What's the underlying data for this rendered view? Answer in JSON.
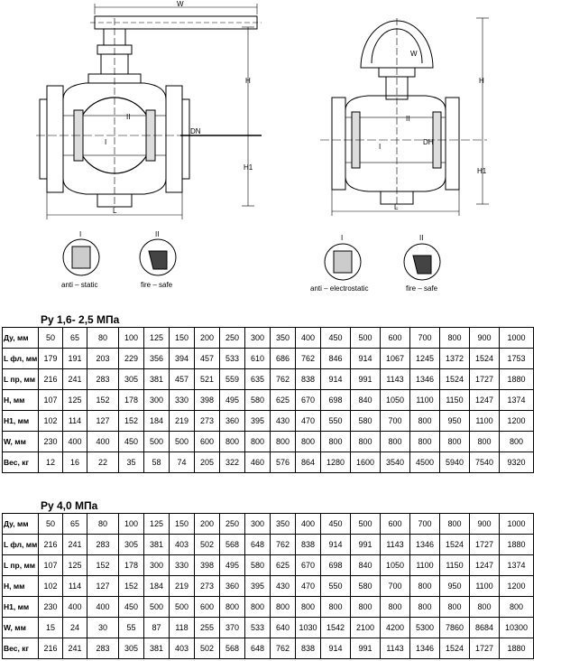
{
  "figures": {
    "left_dims": {
      "w": "W",
      "h": "H",
      "h1": "H1",
      "dn": "DN",
      "l": "L",
      "ii": "II",
      "i": "I"
    },
    "right_dims": {
      "w": "W",
      "h": "H",
      "h1": "H1",
      "dn": "DH",
      "l": "L",
      "ii": "II",
      "i": "I"
    },
    "details": [
      {
        "numeral": "I",
        "caption": "anti – static"
      },
      {
        "numeral": "II",
        "caption": "fire – safe"
      },
      {
        "numeral": "I",
        "caption": "anti – electrostatic"
      },
      {
        "numeral": "II",
        "caption": "fire – safe"
      }
    ]
  },
  "tables": [
    {
      "title": "Ру 1,6- 2,5 МПа",
      "rows": [
        {
          "header": "Ду, мм",
          "values": [
            "50",
            "65",
            "80",
            "100",
            "125",
            "150",
            "200",
            "250",
            "300",
            "350",
            "400",
            "450",
            "500",
            "600",
            "700",
            "800",
            "900",
            "1000"
          ]
        },
        {
          "header": "L фл, мм",
          "values": [
            "179",
            "191",
            "203",
            "229",
            "356",
            "394",
            "457",
            "533",
            "610",
            "686",
            "762",
            "846",
            "914",
            "1067",
            "1245",
            "1372",
            "1524",
            "1753"
          ]
        },
        {
          "header": "L пр, мм",
          "values": [
            "216",
            "241",
            "283",
            "305",
            "381",
            "457",
            "521",
            "559",
            "635",
            "762",
            "838",
            "914",
            "991",
            "1143",
            "1346",
            "1524",
            "1727",
            "1880"
          ]
        },
        {
          "header": "Н, мм",
          "values": [
            "107",
            "125",
            "152",
            "178",
            "300",
            "330",
            "398",
            "495",
            "580",
            "625",
            "670",
            "698",
            "840",
            "1050",
            "1100",
            "1150",
            "1247",
            "1374"
          ]
        },
        {
          "header": "Н1, мм",
          "values": [
            "102",
            "114",
            "127",
            "152",
            "184",
            "219",
            "273",
            "360",
            "395",
            "430",
            "470",
            "550",
            "580",
            "700",
            "800",
            "950",
            "1100",
            "1200"
          ]
        },
        {
          "header": "W, мм",
          "values": [
            "230",
            "400",
            "400",
            "450",
            "500",
            "500",
            "600",
            "800",
            "800",
            "800",
            "800",
            "800",
            "800",
            "800",
            "800",
            "800",
            "800",
            "800"
          ]
        },
        {
          "header": "Вес, кг",
          "values": [
            "12",
            "16",
            "22",
            "35",
            "58",
            "74",
            "205",
            "322",
            "460",
            "576",
            "864",
            "1280",
            "1600",
            "3540",
            "4500",
            "5940",
            "7540",
            "9320"
          ]
        }
      ]
    },
    {
      "title": "Ру 4,0 МПа",
      "rows": [
        {
          "header": "Ду, мм",
          "values": [
            "50",
            "65",
            "80",
            "100",
            "125",
            "150",
            "200",
            "250",
            "300",
            "350",
            "400",
            "450",
            "500",
            "600",
            "700",
            "800",
            "900",
            "1000"
          ]
        },
        {
          "header": "L фл, мм",
          "values": [
            "216",
            "241",
            "283",
            "305",
            "381",
            "403",
            "502",
            "568",
            "648",
            "762",
            "838",
            "914",
            "991",
            "1143",
            "1346",
            "1524",
            "1727",
            "1880"
          ]
        },
        {
          "header": "L пр, мм",
          "values": [
            "107",
            "125",
            "152",
            "178",
            "300",
            "330",
            "398",
            "495",
            "580",
            "625",
            "670",
            "698",
            "840",
            "1050",
            "1100",
            "1150",
            "1247",
            "1374"
          ]
        },
        {
          "header": "Н, мм",
          "values": [
            "102",
            "114",
            "127",
            "152",
            "184",
            "219",
            "273",
            "360",
            "395",
            "430",
            "470",
            "550",
            "580",
            "700",
            "800",
            "950",
            "1100",
            "1200"
          ]
        },
        {
          "header": "Н1, мм",
          "values": [
            "230",
            "400",
            "400",
            "450",
            "500",
            "500",
            "600",
            "800",
            "800",
            "800",
            "800",
            "800",
            "800",
            "800",
            "800",
            "800",
            "800",
            "800"
          ]
        },
        {
          "header": "W, мм",
          "values": [
            "15",
            "24",
            "30",
            "55",
            "87",
            "118",
            "255",
            "370",
            "533",
            "640",
            "1030",
            "1542",
            "2100",
            "4200",
            "5300",
            "7860",
            "8684",
            "10300"
          ]
        },
        {
          "header": "Вес, кг",
          "values": [
            "216",
            "241",
            "283",
            "305",
            "381",
            "403",
            "502",
            "568",
            "648",
            "762",
            "838",
            "914",
            "991",
            "1143",
            "1346",
            "1524",
            "1727",
            "1880"
          ]
        }
      ]
    }
  ]
}
